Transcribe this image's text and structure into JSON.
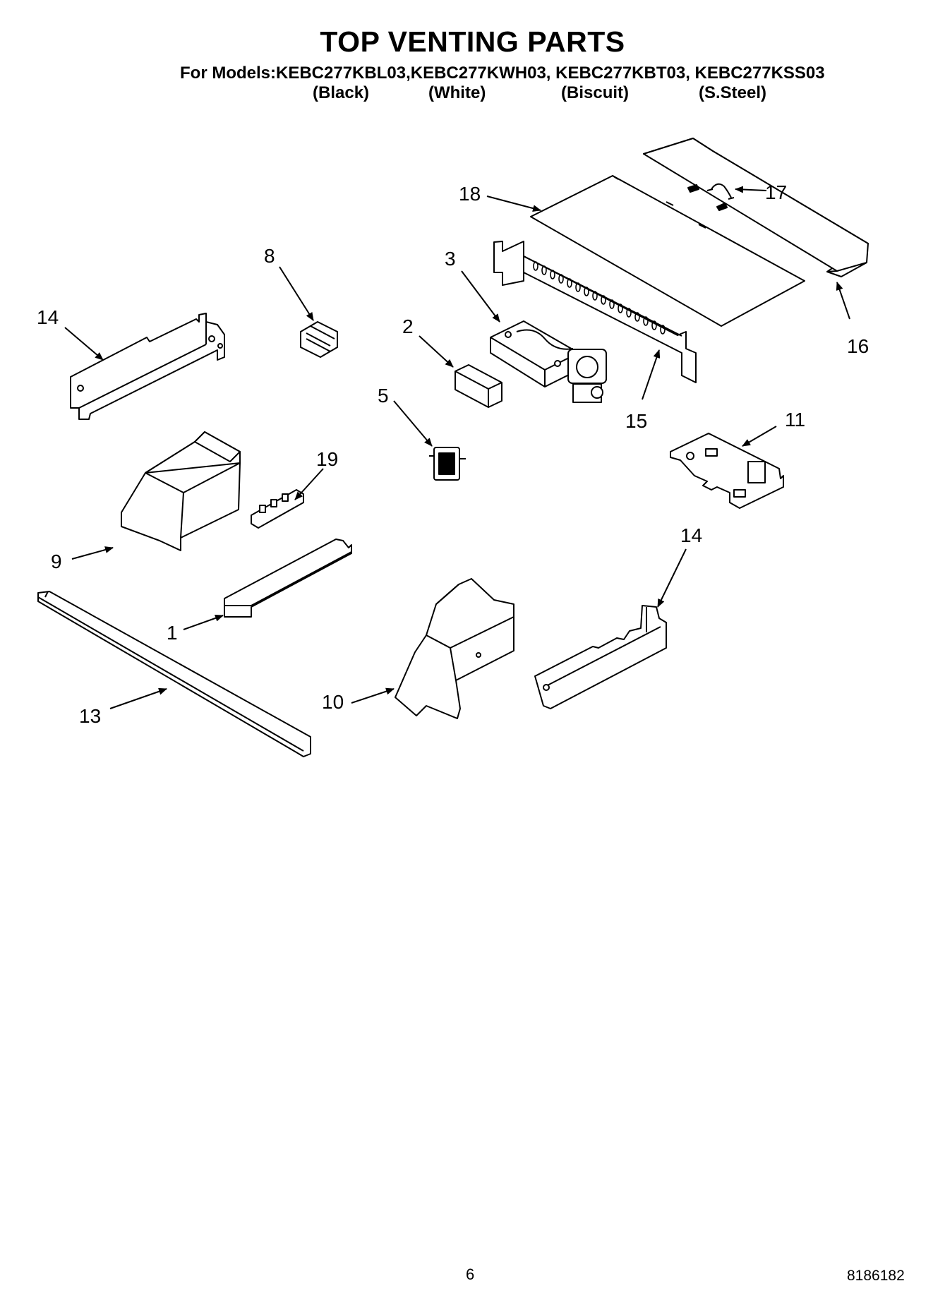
{
  "header": {
    "title": "TOP VENTING PARTS",
    "models": "For Models:KEBC277KBL03,KEBC277KWH03, KEBC277KBT03, KEBC277KSS03",
    "colors": [
      "(Black)",
      "(White)",
      "(Biscuit)",
      "(S.Steel)"
    ]
  },
  "callouts": {
    "c1": "1",
    "c2": "2",
    "c3": "3",
    "c5": "5",
    "c8": "8",
    "c9": "9",
    "c10": "10",
    "c11": "11",
    "c13": "13",
    "c14a": "14",
    "c14b": "14",
    "c15": "15",
    "c16": "16",
    "c17": "17",
    "c18": "18",
    "c19": "19"
  },
  "footer": {
    "page_number": "6",
    "doc_number": "8186182"
  }
}
